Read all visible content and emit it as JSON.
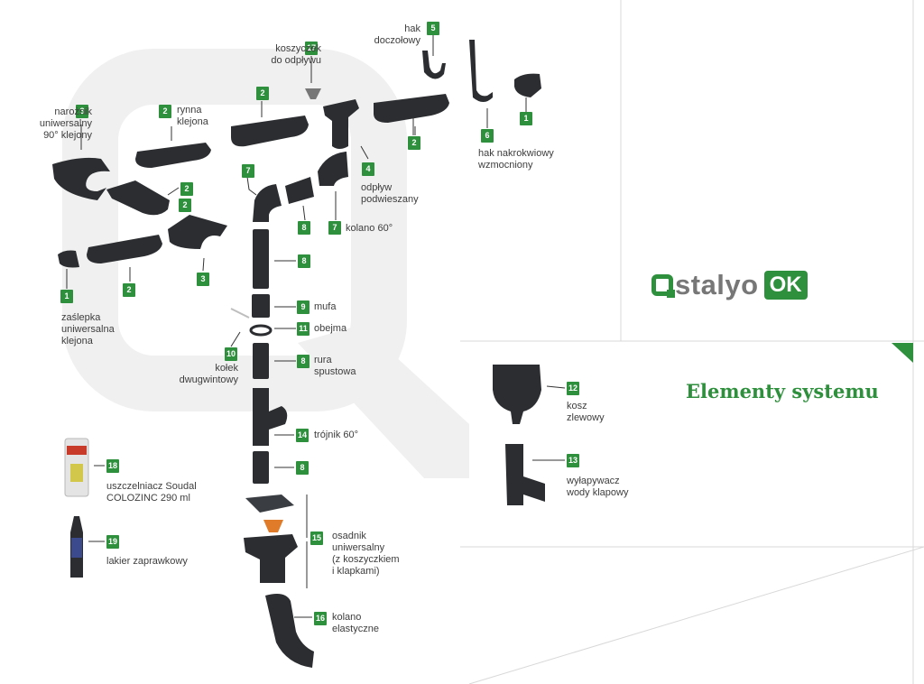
{
  "brand": {
    "logo_word": "stalyo",
    "logo_badge": "OK",
    "accent": "#2e8f3c"
  },
  "section_title": "Elementy systemu",
  "parts": [
    {
      "n": "3",
      "label": [
        "narożnik",
        "uniwersalny",
        "90° klejony"
      ]
    },
    {
      "n": "2",
      "label": [
        "rynna",
        "klejona"
      ]
    },
    {
      "n": "17",
      "label": [
        "koszyczek",
        "do odpływu"
      ]
    },
    {
      "n": "5",
      "label": [
        "hak",
        "doczołowy"
      ]
    },
    {
      "n": "6",
      "label": [
        "hak nakrokwiowy",
        "wzmocniony"
      ]
    },
    {
      "n": "4",
      "label": [
        "odpływ",
        "podwieszany"
      ]
    },
    {
      "n": "7",
      "label": [
        "kolano 60°"
      ]
    },
    {
      "n": "1",
      "label": [
        "zaślepka",
        "uniwersalna",
        "klejona"
      ]
    },
    {
      "n": "9",
      "label": [
        "mufa"
      ]
    },
    {
      "n": "11",
      "label": [
        "obejma"
      ]
    },
    {
      "n": "10",
      "label": [
        "kołek",
        "dwugwintowy"
      ]
    },
    {
      "n": "8",
      "label": [
        "rura",
        "spustowa"
      ]
    },
    {
      "n": "14",
      "label": [
        "trójnik 60°"
      ]
    },
    {
      "n": "12",
      "label": [
        "kosz",
        "zlewowy"
      ]
    },
    {
      "n": "13",
      "label": [
        "wyłapywacz",
        "wody klapowy"
      ]
    },
    {
      "n": "18",
      "label": [
        "uszczelniacz Soudal",
        "COLOZINC 290 ml"
      ]
    },
    {
      "n": "19",
      "label": [
        "lakier zaprawkowy"
      ]
    },
    {
      "n": "15",
      "label": [
        "osadnik",
        "uniwersalny",
        "(z koszyczkiem",
        "i klapkami)"
      ]
    },
    {
      "n": "16",
      "label": [
        "kolano",
        "elastyczne"
      ]
    }
  ],
  "extra_badges": [
    "2",
    "2",
    "2",
    "2",
    "2",
    "3",
    "7",
    "8",
    "8",
    "8",
    "1"
  ]
}
